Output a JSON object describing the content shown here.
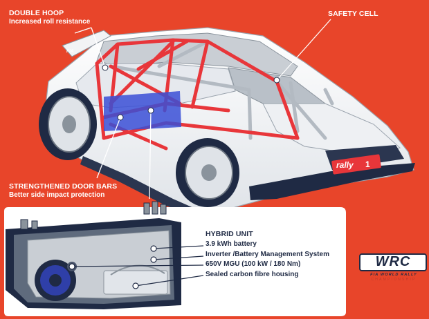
{
  "labels": {
    "double_hoop": {
      "title": "DOUBLE HOOP",
      "subtitle": "Increased roll resistance"
    },
    "safety_cell": {
      "title": "SAFETY CELL"
    },
    "door_bars": {
      "title": "STRENGTHENED DOOR BARS",
      "subtitle": "Better side impact protection"
    },
    "hybrid": {
      "title": "HYBRID UNIT",
      "items": [
        "3.9 kWh battery",
        "Inverter /Battery Management System",
        "650V MGU (100 kW / 180 Nm)",
        "Sealed carbon fibre housing"
      ]
    }
  },
  "branding": {
    "wrc_logo": "WRC",
    "wrc_tagline": "FIA WORLD RALLY",
    "wrc_tagline2": "CHAMPIONSHIP",
    "fia_badge": "FIA",
    "rally_text": "rally",
    "rally_number": "1"
  },
  "colors": {
    "background": "#e8452a",
    "cage": "#e8363a",
    "navy": "#1f2a44",
    "battery": "#3a4fd6"
  }
}
